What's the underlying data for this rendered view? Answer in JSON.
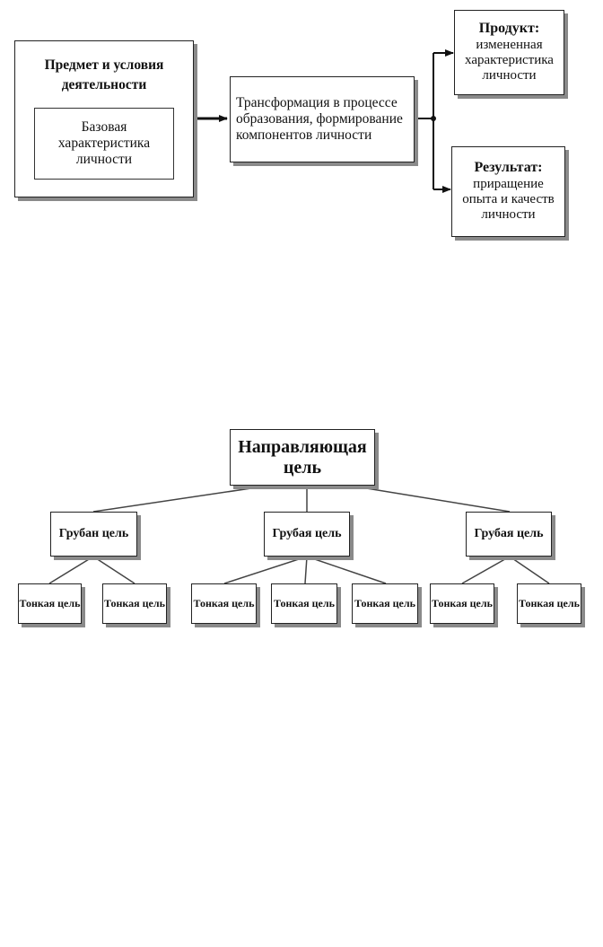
{
  "diagram1": {
    "source": {
      "title": "Предмет и условия деятельности",
      "inner": "Базовая характеристика личности"
    },
    "process": "Трансформация в процессе образования, формирование компонентов личности",
    "product": {
      "title": "Продукт:",
      "text": "измененная характеристика личности"
    },
    "result": {
      "title": "Результат:",
      "text": "приращение опыта и качеств личности"
    }
  },
  "diagram2": {
    "root": "Направляющая цель",
    "coarse": [
      {
        "label": "Грубан цель",
        "fine": [
          "Тонкая цель",
          "Тонкая цель"
        ]
      },
      {
        "label": "Грубая цель",
        "fine": [
          "Тонкая цель",
          "Тонкая цель",
          "Тонкая цель"
        ]
      },
      {
        "label": "Грубая цель",
        "fine": [
          "Тонкая цель",
          "Тонкая цель"
        ]
      }
    ]
  }
}
